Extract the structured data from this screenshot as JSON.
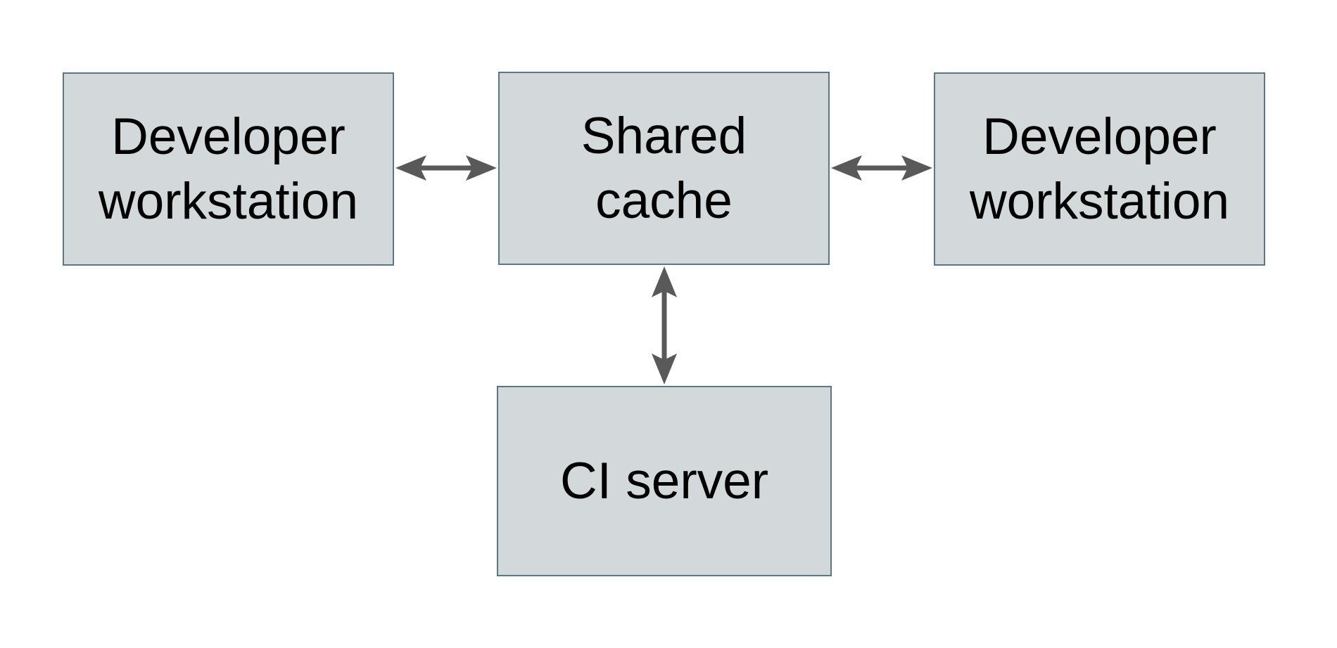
{
  "diagram": {
    "type": "architecture-diagram",
    "background": "#ffffff",
    "nodes": [
      {
        "id": "developer-workstation-left",
        "label": "Developer workstation"
      },
      {
        "id": "shared-cache",
        "label": "Shared cache"
      },
      {
        "id": "developer-workstation-right",
        "label": "Developer workstation"
      },
      {
        "id": "ci-server",
        "label": "CI server"
      }
    ],
    "edges": [
      {
        "from": "developer-workstation-left",
        "to": "shared-cache",
        "direction": "bidirectional",
        "style": "double-headed-arrow"
      },
      {
        "from": "shared-cache",
        "to": "developer-workstation-right",
        "direction": "bidirectional",
        "style": "double-headed-arrow"
      },
      {
        "from": "shared-cache",
        "to": "ci-server",
        "direction": "bidirectional",
        "style": "double-headed-arrow"
      }
    ],
    "colors": {
      "node_fill": "#d3d9db",
      "node_border": "#5b7684",
      "arrow": "#595959",
      "text": "#000000",
      "background": "#ffffff"
    }
  }
}
